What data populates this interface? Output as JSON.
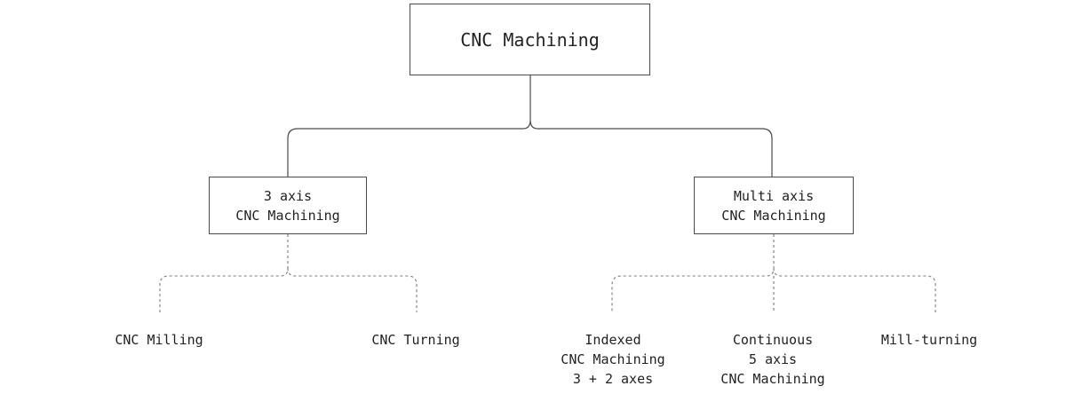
{
  "root": {
    "label": "CNC Machining"
  },
  "categories": [
    {
      "lines": [
        "3 axis",
        "CNC Machining"
      ],
      "children": [
        {
          "lines": [
            "CNC Milling"
          ]
        },
        {
          "lines": [
            "CNC Turning"
          ]
        }
      ]
    },
    {
      "lines": [
        "Multi axis",
        "CNC Machining"
      ],
      "children": [
        {
          "lines": [
            "Indexed",
            "CNC Machining",
            "3 + 2 axes"
          ]
        },
        {
          "lines": [
            "Continuous",
            "5 axis",
            "CNC Machining"
          ]
        },
        {
          "lines": [
            "Mill-turning"
          ]
        }
      ]
    }
  ],
  "colors": {
    "solid_line": "#4a4a4a",
    "dashed_line": "#7a7a7a",
    "text": "#222222",
    "background": "#ffffff"
  }
}
